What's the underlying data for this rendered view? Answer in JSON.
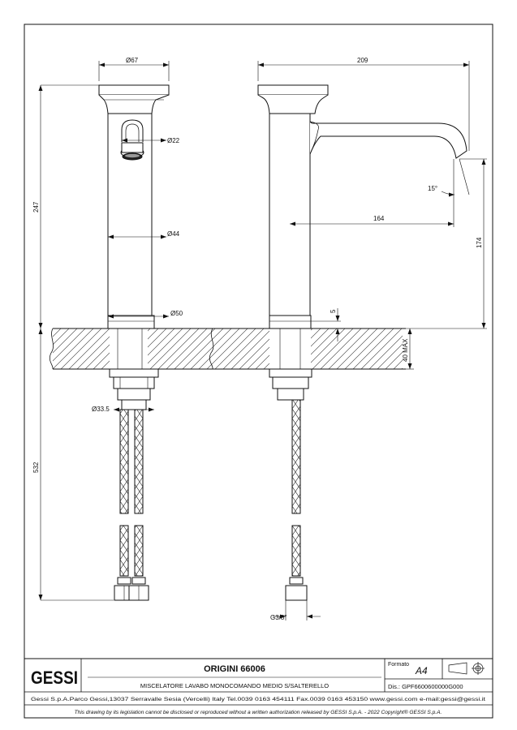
{
  "dimensions": {
    "front": {
      "top_diameter": "Ø67",
      "spout_diameter": "Ø22",
      "body_diameter": "Ø44",
      "base_diameter": "Ø50",
      "height": "247",
      "hose_nut_diameter": "Ø33.5",
      "hose_length": "532"
    },
    "side": {
      "overall_depth": "209",
      "reach": "164",
      "spout_angle": "15°",
      "spout_height": "174",
      "base_thickness": "5",
      "deck_max": "40 MAX",
      "thread": "G3/8\""
    }
  },
  "title_block": {
    "logo": "GESSI",
    "product_name": "ORIGINI 66006",
    "description": "MISCELATORE LAVABO MONOCOMANDO MEDIO S/SALTERELLO",
    "format_label": "Formato",
    "format_value": "A4",
    "drawing_number": "Dis.: GPF6600600000G000",
    "address": "Gessi S.p.A.Parco Gessi,13037 Serravalle Sesia (Vercelli) Italy Tel.0039 0163 454111 Fax.0039 0163 453150 www.gessi.com e-mail:gessi@gessi.it",
    "disclaimer": "This drawing by its legislation cannot be disclosed or reproduced without a written authorization released by GESSI S.p.A. - 2022 Copyright® GESSI S.p.A."
  }
}
